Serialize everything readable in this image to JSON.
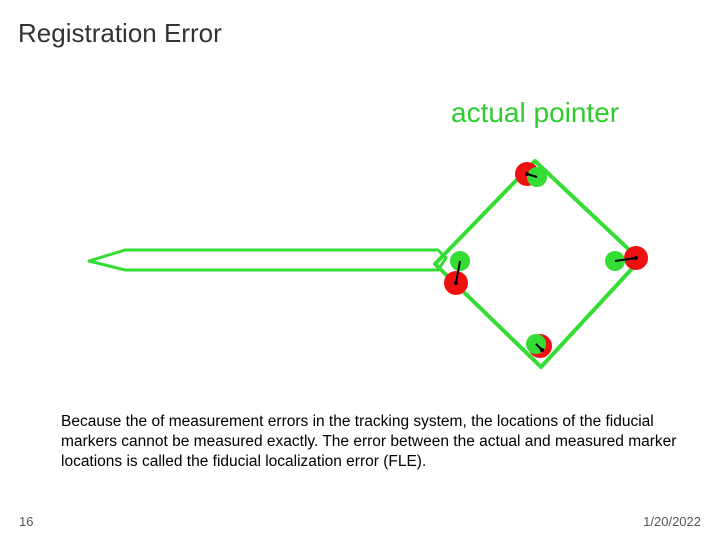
{
  "slide": {
    "title": "Registration Error",
    "diagram_label": "actual pointer",
    "caption": "Because the of measurement errors in the tracking system, the locations of the fiducial markers cannot be measured exactly. The error between the actual and measured marker locations is called the fiducial localization error (FLE).",
    "page_number": "16",
    "date": "1/20/2022"
  },
  "colors": {
    "actual": "#33dd33",
    "measured": "#ee1111",
    "error_vector": "#000000"
  }
}
